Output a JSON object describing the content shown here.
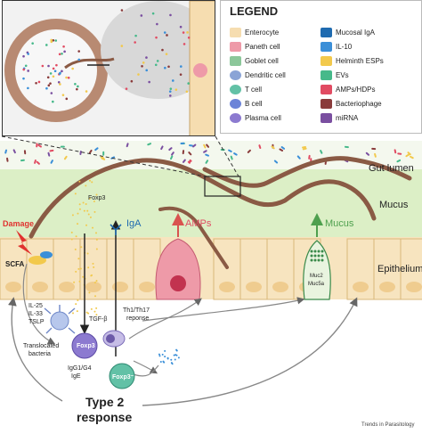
{
  "legend": {
    "title": "LEGEND",
    "items": [
      {
        "label": "Enterocyte",
        "icon": "enterocyte-icon",
        "color": "#f6ddb0"
      },
      {
        "label": "Paneth cell",
        "icon": "paneth-cell-icon",
        "color": "#ee9aa8"
      },
      {
        "label": "Goblet cell",
        "icon": "goblet-cell-icon",
        "color": "#8cc79a"
      },
      {
        "label": "Dendritic cell",
        "icon": "dendritic-cell-icon",
        "color": "#8aa4d6"
      },
      {
        "label": "T cell",
        "icon": "t-cell-icon",
        "color": "#62c1a6"
      },
      {
        "label": "B cell",
        "icon": "b-cell-icon",
        "color": "#6c84d8"
      },
      {
        "label": "Plasma cell",
        "icon": "plasma-cell-icon",
        "color": "#8c7ad0"
      },
      {
        "label": "Mucosal IgA",
        "icon": "iga-icon",
        "color": "#1f6bb0"
      },
      {
        "label": "IL-10",
        "icon": "il10-icon",
        "color": "#3b8fd8"
      },
      {
        "label": "Helminth ESPs",
        "icon": "helminth-esps-icon",
        "color": "#f2c94c"
      },
      {
        "label": "EVs",
        "icon": "evs-icon",
        "color": "#46b98a"
      },
      {
        "label": "AMPs/HDPs",
        "icon": "amps-icon",
        "color": "#e14b62"
      },
      {
        "label": "Bacteriophage",
        "icon": "bacteriophage-icon",
        "color": "#8a3b3b"
      },
      {
        "label": "miRNA",
        "icon": "mirna-icon",
        "color": "#7a4fa0"
      }
    ]
  },
  "regions": {
    "gut_lumen": "Gut lumen",
    "mucus": "Mucus",
    "epithelium": "Epithelium"
  },
  "labels": {
    "damage": "Damage",
    "scfa": "SCFA",
    "foxp3_top": "Foxp3",
    "iga": "IgA",
    "amps": "AMPs",
    "mucus_arrow": "Mucus",
    "muc2": "Muc2",
    "muc5a": "Muc5a",
    "cytokines": [
      "IL-25",
      "IL-33",
      "TSLP"
    ],
    "tgf_beta": "TGF-β",
    "th_response": [
      "Th1/Th17",
      "reponse"
    ],
    "translocated": [
      "Translocated",
      "bacteria"
    ],
    "foxp3_cell": "Foxp3",
    "foxp3_minus": "Foxp3⁻",
    "antibodies": [
      "IgG1/G4",
      "IgE"
    ],
    "type2": [
      "Type 2",
      "response"
    ]
  },
  "footer": {
    "journal": "Trends in Parasitology"
  },
  "colors": {
    "lumen_bg": "#f2f7ea",
    "mucus_bg": "#dcefc6",
    "epithelium_bg": "#f7e4bf",
    "worm": "#8a5a44",
    "arrow": "#777777",
    "damage": "#e0322f"
  }
}
